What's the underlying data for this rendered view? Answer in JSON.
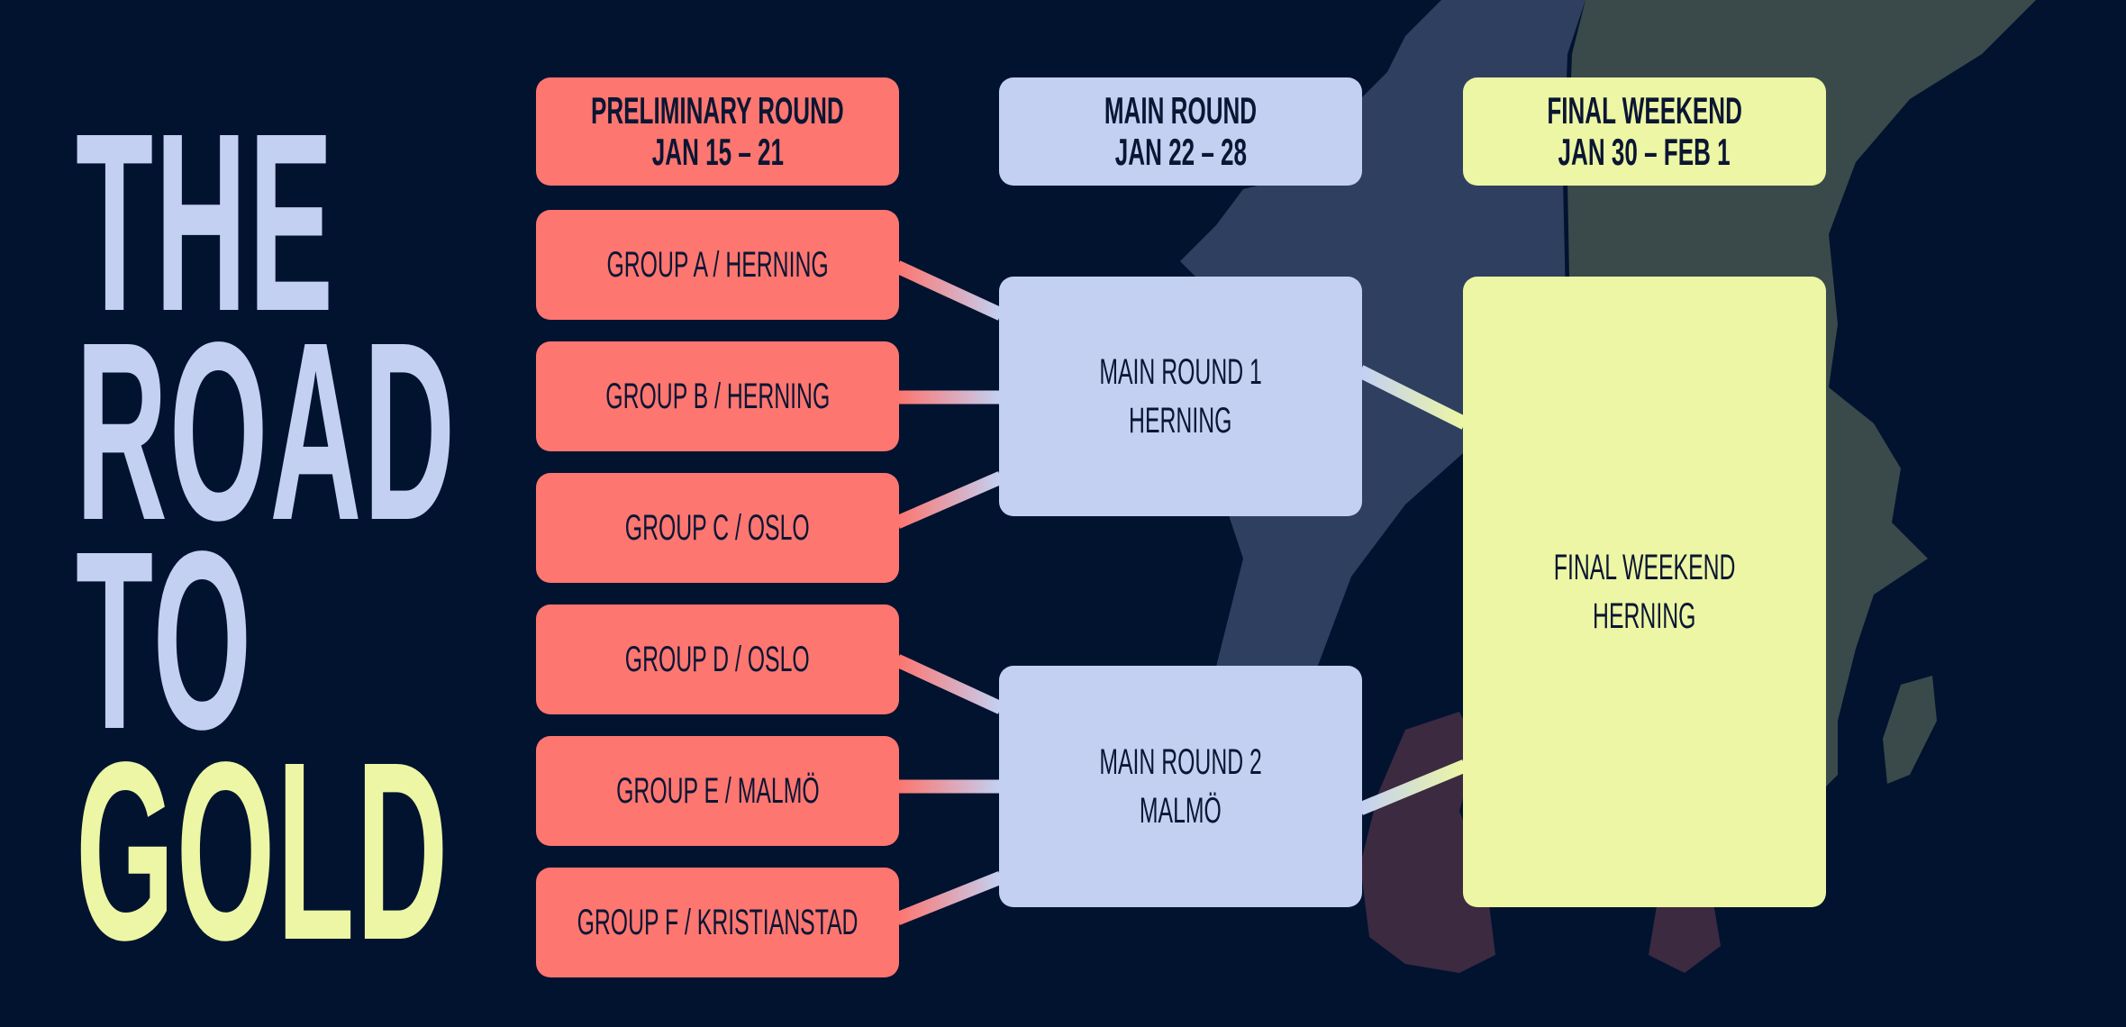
{
  "title": {
    "lines": [
      "THE",
      "ROAD",
      "TO",
      "GOLD"
    ]
  },
  "columns": [
    {
      "name": "PRELIMINARY ROUND",
      "dates": "JAN 15 – 21",
      "color": "#fd7670"
    },
    {
      "name": "MAIN ROUND",
      "dates": "JAN 22 – 28",
      "color": "#c3d0f2"
    },
    {
      "name": "FINAL WEEKEND",
      "dates": "JAN 30 – FEB 1",
      "color": "#ecf6a4"
    }
  ],
  "groups": [
    {
      "label": "GROUP A / HERNING"
    },
    {
      "label": "GROUP B / HERNING"
    },
    {
      "label": "GROUP C / OSLO"
    },
    {
      "label": "GROUP D / OSLO"
    },
    {
      "label": "GROUP E / MALMÖ"
    },
    {
      "label": "GROUP F / KRISTIANSTAD"
    }
  ],
  "main_rounds": [
    {
      "name": "MAIN ROUND 1",
      "city": "HERNING"
    },
    {
      "name": "MAIN ROUND 2",
      "city": "MALMÖ"
    }
  ],
  "final": {
    "name": "FINAL WEEKEND",
    "city": "HERNING"
  }
}
